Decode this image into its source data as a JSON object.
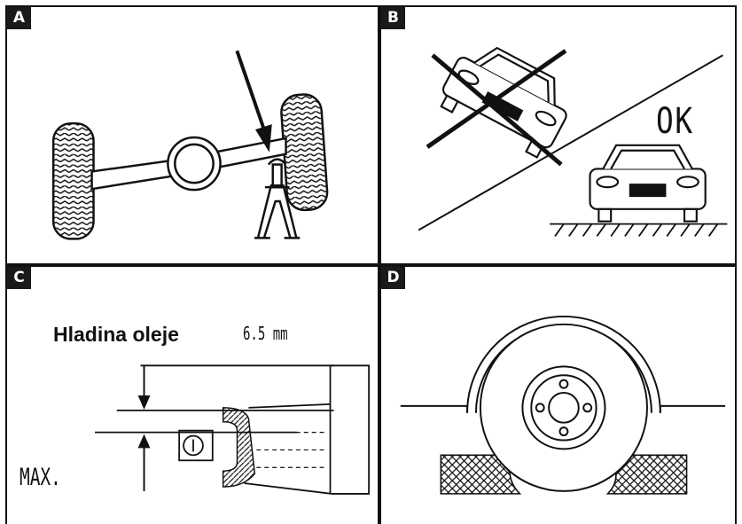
{
  "panels": {
    "a": {
      "tag": "A"
    },
    "b": {
      "tag": "B",
      "ok_label": "OK"
    },
    "c": {
      "tag": "C",
      "oil_level_label": "Hladina oleje",
      "oil_level_value": "6.5 mm",
      "max_label": "MAX."
    },
    "d": {
      "tag": "D"
    }
  },
  "colors": {
    "line": "#111111",
    "background": "#ffffff",
    "tag_bg": "#1a1a1a"
  }
}
